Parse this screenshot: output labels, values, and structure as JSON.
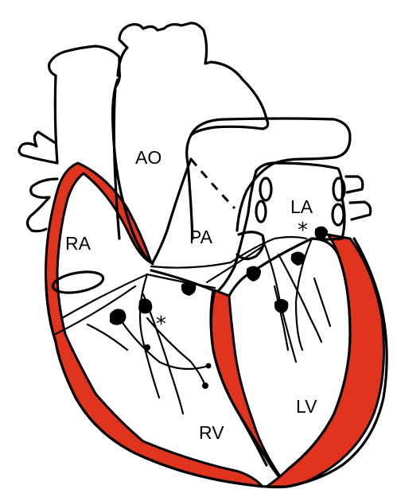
{
  "colors": {
    "myocardium": "#e0341e",
    "outline": "#000000",
    "background": "#ffffff"
  },
  "labels": {
    "ao": "AO",
    "pa": "PA",
    "la": "LA",
    "ra": "RA",
    "rv": "RV",
    "lv": "LV"
  },
  "markers": {
    "star_la": "*",
    "star_rv": "*"
  }
}
